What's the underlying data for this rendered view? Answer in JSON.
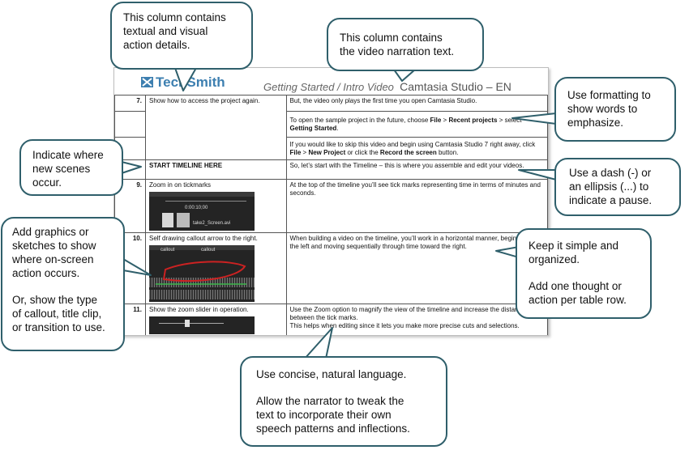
{
  "doc": {
    "logo": "TechSmith",
    "title": "Getting Started / Intro Video",
    "title_tail": "Camtasia Studio – EN"
  },
  "rows": [
    {
      "num": "7.",
      "action": "Show how to access the project again.",
      "narration": [
        "But, the video only plays the first time you open Camtasia Studio."
      ]
    },
    {
      "num": "",
      "action": "",
      "narration": [
        "To open the sample project in the future, choose ",
        {
          "b": "File"
        },
        " > ",
        {
          "b": "Recent projects"
        },
        " > select ",
        {
          "b": "Getting Started"
        },
        "."
      ]
    },
    {
      "num": "",
      "action": "",
      "narration": [
        "If you would like to skip this video and begin using Camtasia Studio 7 right away, click ",
        {
          "b": "File"
        },
        " > ",
        {
          "b": "New Project"
        },
        " or click the ",
        {
          "b": "Record the screen"
        },
        " button."
      ]
    },
    {
      "num": "",
      "action": "START TIMELINE HERE",
      "narration": [
        "So, let’s start with the Timeline – this is where you assemble and edit your videos."
      ]
    },
    {
      "num": "9.",
      "action": "Zoom in on tickmarks",
      "narration": [
        "At the top of the timeline you’ll see tick marks representing time in terms of minutes and seconds."
      ]
    },
    {
      "num": "10.",
      "action": "Self drawing callout arrow to the right.",
      "narration": [
        "When building a video on the timeline, you’ll work in a horizontal manner, beginning from the left and moving sequentially through time toward the right."
      ]
    },
    {
      "num": "11.",
      "action": "Show the zoom slider in operation.",
      "narration": [
        "Use the Zoom option to magnify the view of the timeline and increase the distance between the tick marks.\nThis helps when editing since it lets you make more precise cuts and selections."
      ]
    }
  ],
  "thumbs": {
    "t1_time": "0:00:10;00",
    "t1_clip": "take2_Screen.avi",
    "t2_clip": "callout",
    "t2_tag": "callout"
  },
  "callouts": {
    "textual_column": [
      "This column contains",
      "textual and visual",
      "action details."
    ],
    "narration_column": [
      "This column contains",
      "the video narration text."
    ],
    "formatting": [
      "Use formatting to",
      "show words to",
      "emphasize."
    ],
    "scenes": [
      "Indicate where",
      "new scenes",
      "occur."
    ],
    "pause": [
      "Use a dash (-) or",
      "an ellipsis (...) to",
      "indicate a pause."
    ],
    "graphics_a": [
      "Add graphics or",
      "sketches to show",
      "where on-screen",
      "action occurs."
    ],
    "graphics_b": [
      "Or, show the type",
      "of callout, title clip,",
      "or transition to use."
    ],
    "simple_a": [
      "Keep it simple and",
      "organized."
    ],
    "simple_b": [
      "Add one thought or",
      "action per table row."
    ],
    "language_a": [
      "Use concise, natural language."
    ],
    "language_b": [
      "Allow the narrator to tweak the",
      "text to incorporate their own",
      "speech patterns and inflections."
    ]
  },
  "colors": {
    "callout_border": "#2f5f6b",
    "logo": "#3d7fb0"
  }
}
